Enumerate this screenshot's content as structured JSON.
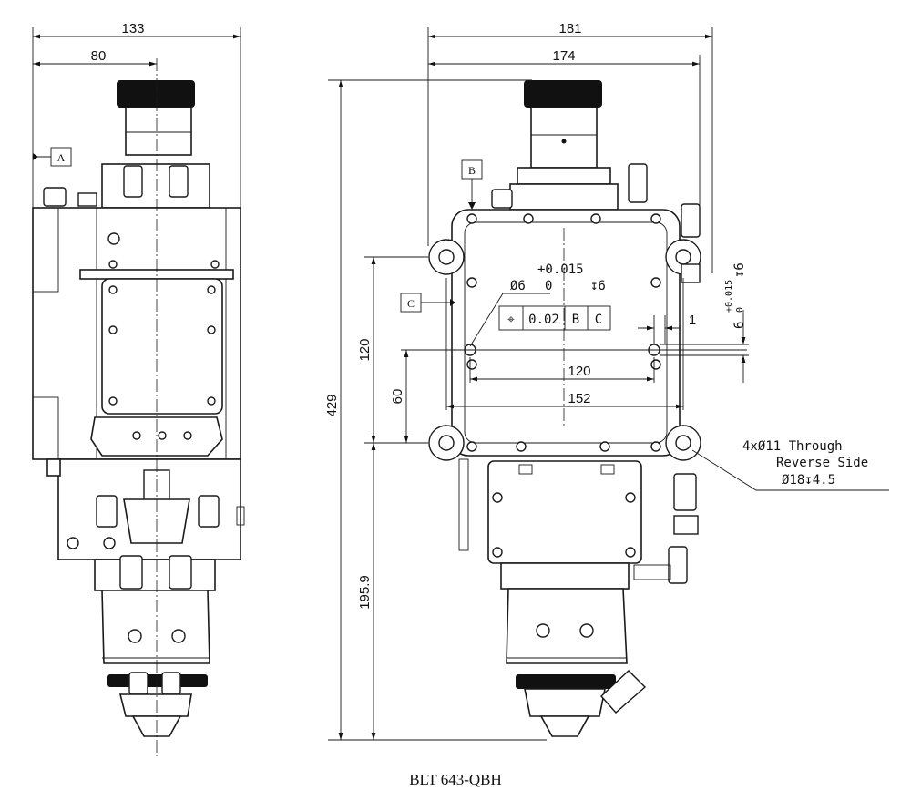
{
  "caption": "BLT 643-QBH",
  "left_view": {
    "dims": {
      "overall_width": "133",
      "center_offset": "80"
    },
    "datum_ref": "A"
  },
  "right_view": {
    "dims": {
      "overall_width": "181",
      "body_width": "174",
      "total_height": "429",
      "upper_height": "120",
      "lower_height": "195.9",
      "pin_offset": "60",
      "hole_spacing_inner": "120",
      "hole_spacing_outer": "152",
      "side_offset": "1"
    },
    "datum_refs": {
      "top": "B",
      "side": "C"
    },
    "tolerance": {
      "upper": "+0.015",
      "hole": "Ø6",
      "lower": "0",
      "depth": "↧6",
      "frame": {
        "symbol": "⌖",
        "value": "0.02",
        "datum1": "B",
        "datum2": "C"
      }
    },
    "side_callout": {
      "upper": "+0.015",
      "lower": "0",
      "size": "6",
      "depth": "↧6"
    },
    "mount_callout": {
      "line1": "4xØ11  Through",
      "line2": "Reverse Side",
      "line3": "Ø18↧4.5"
    }
  }
}
